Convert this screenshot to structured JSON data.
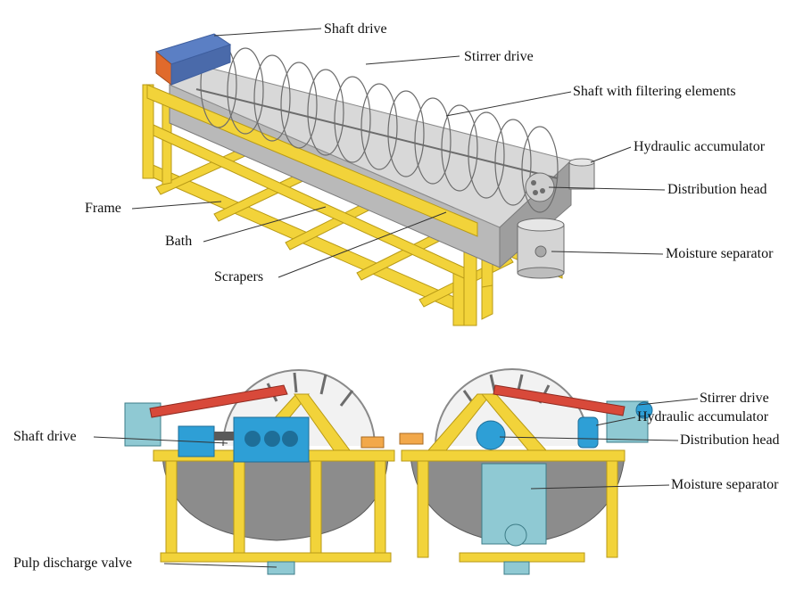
{
  "top_view": {
    "labels": {
      "shaft_drive": "Shaft drive",
      "stirrer_drive": "Stirrer drive",
      "shaft_filtering": "Shaft with filtering elements",
      "hydraulic_accumulator": "Hydraulic accumulator",
      "distribution_head": "Distribution head",
      "frame": "Frame",
      "bath": "Bath",
      "scrapers": "Scrapers",
      "moisture_separator": "Moisture separator"
    }
  },
  "bottom_left_view": {
    "labels": {
      "shaft_drive": "Shaft drive",
      "pulp_discharge_valve": "Pulp discharge valve"
    }
  },
  "bottom_right_view": {
    "labels": {
      "stirrer_drive": "Stirrer drive",
      "hydraulic_accumulator": "Hydraulic accumulator",
      "distribution_head": "Distribution head",
      "moisture_separator": "Moisture separator"
    }
  },
  "colors": {
    "frame_yellow": "#F2D33A",
    "frame_edge": "#B89A16",
    "bath_grey": "#B9B9B9",
    "bath_dark": "#7C7C7C",
    "machine_blue": "#2E9FD6",
    "equipment_teal": "#8FC9D3",
    "arm_red": "#D8493A",
    "drive_orange": "#E06A2C",
    "drive_blue": "#5B7FC4",
    "leader_line": "#333333"
  }
}
